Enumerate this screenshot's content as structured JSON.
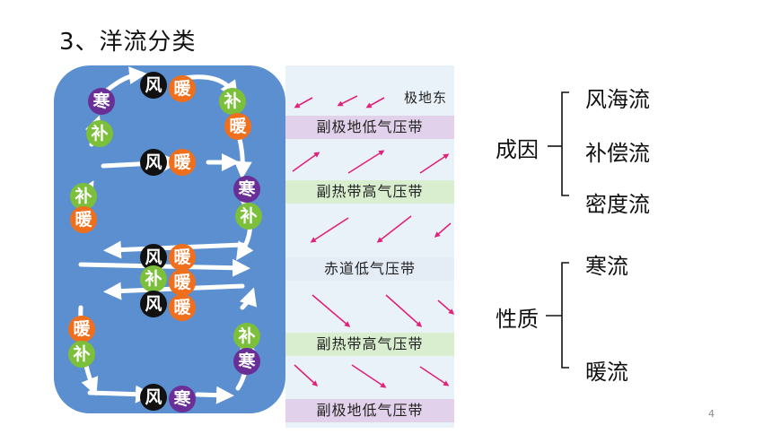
{
  "title": "3、洋流分类",
  "page_number": "4",
  "colors": {
    "ocean": "#5b8fd0",
    "wind": "#111111",
    "warm": "#ef6f1c",
    "cold": "#6a2f96",
    "comp": "#7cbf3a",
    "arrow": "#ffffff",
    "belt_arrow": "#e0227a"
  },
  "labels": {
    "wind": "风",
    "warm": "暖",
    "cold": "寒",
    "comp": "补"
  },
  "belts": {
    "top_partial": "极地东",
    "sub_polar_low_top": "副极地低气压带",
    "sub_tropical_high_top": "副热带高气压带",
    "equatorial_low": "赤道低气压带",
    "sub_tropical_high_bottom": "副热带高气压带",
    "sub_polar_low_bottom": "副极地低气压带"
  },
  "classification": {
    "group1_label": "成因",
    "group1_items": [
      "风海流",
      "补偿流",
      "密度流"
    ],
    "group2_label": "性质",
    "group2_items": [
      "寒流",
      "暖流"
    ]
  }
}
